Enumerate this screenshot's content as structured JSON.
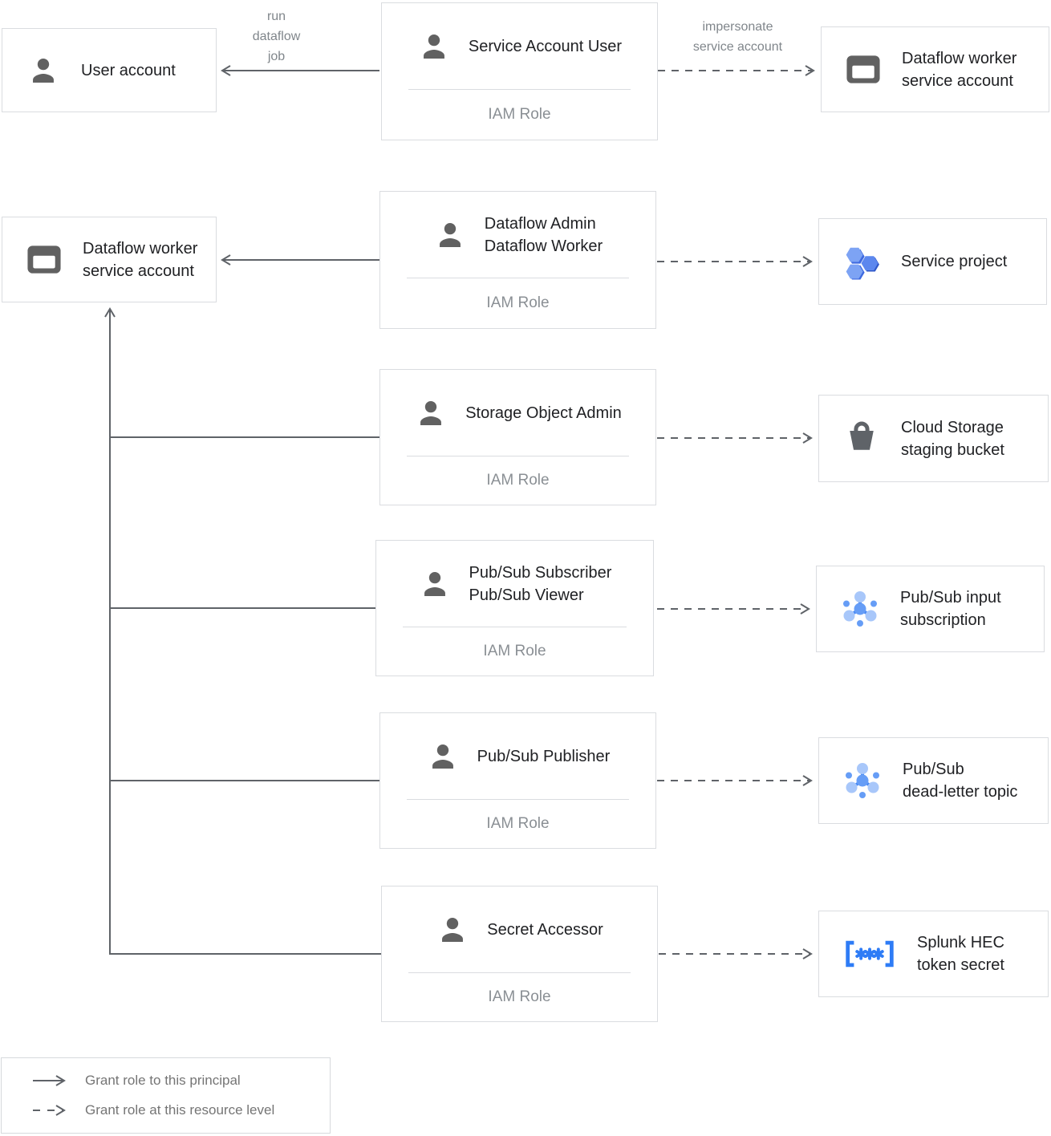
{
  "nodes": {
    "user_account": {
      "label": "User account"
    },
    "service_account_user": {
      "title": "Service Account User",
      "role_caption": "IAM Role"
    },
    "dataflow_worker_sa_top": {
      "label": "Dataflow worker\nservice account"
    },
    "dataflow_worker_sa_left": {
      "label": "Dataflow worker\nservice account"
    },
    "dataflow_admin_worker": {
      "title": "Dataflow Admin\nDataflow Worker",
      "role_caption": "IAM Role"
    },
    "service_project": {
      "label": "Service project"
    },
    "storage_object_admin": {
      "title": "Storage Object Admin",
      "role_caption": "IAM Role"
    },
    "cloud_storage_bucket": {
      "label": "Cloud Storage\nstaging bucket"
    },
    "pubsub_subscriber_viewer": {
      "title": "Pub/Sub Subscriber\nPub/Sub Viewer",
      "role_caption": "IAM Role"
    },
    "pubsub_input_subscription": {
      "label": "Pub/Sub input\nsubscription"
    },
    "pubsub_publisher": {
      "title": "Pub/Sub Publisher",
      "role_caption": "IAM Role"
    },
    "pubsub_dead_letter_topic": {
      "label": "Pub/Sub\ndead-letter topic"
    },
    "secret_accessor": {
      "title": "Secret Accessor",
      "role_caption": "IAM Role"
    },
    "splunk_hec_token_secret": {
      "label": "Splunk HEC\ntoken secret"
    }
  },
  "edge_labels": {
    "run_dataflow_job": "run\ndataflow\njob",
    "impersonate_service_account": "impersonate\nservice account"
  },
  "legend": {
    "solid_label": "Grant role to this principal",
    "dashed_label": "Grant role at this resource level"
  },
  "icons": {
    "user_account": "person-icon",
    "iam_role": "person-icon",
    "service_account": "service-account-window-icon",
    "service_project": "hexagon-cluster-icon",
    "cloud_storage": "bucket-icon",
    "pubsub": "pubsub-topology-icon",
    "secret": "bracket-asterisks-icon"
  },
  "colors": {
    "line_gray": "#5f6368",
    "border_gray": "#dadce0",
    "text_dark": "#202124",
    "text_gray": "#80868b",
    "icon_gray": "#616161",
    "blue": "#4285f4",
    "light_blue": "#a8c7fa",
    "medium_blue": "#669df6",
    "secret_blue": "#2e7cf6"
  }
}
